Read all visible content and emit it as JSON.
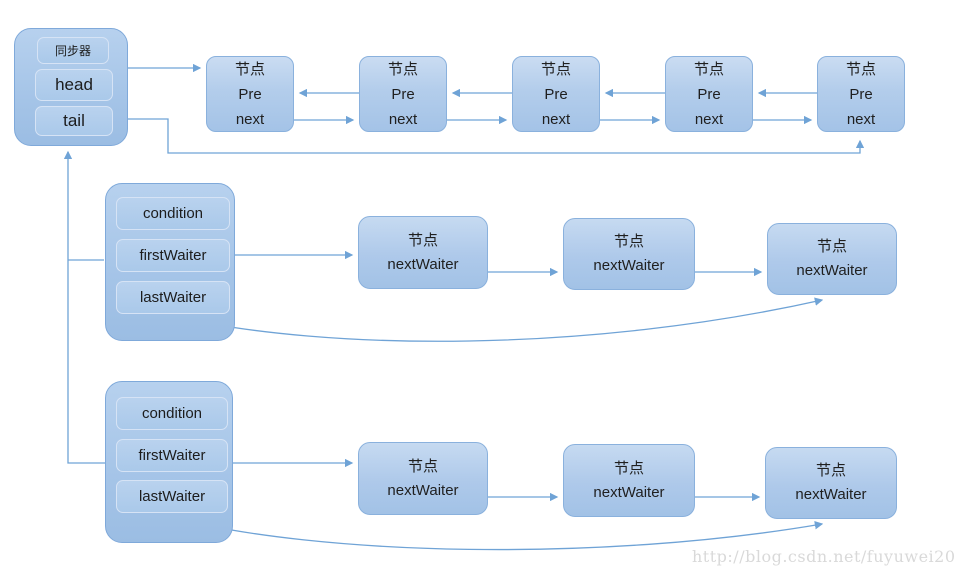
{
  "colors": {
    "node_fill_top": "#cadcf2",
    "node_fill_bottom": "#a4c3e7",
    "node_border": "#8ab1dd",
    "container_border": "#7fa9da",
    "inner_border": "#d6e3f5",
    "connector_line": "#6fa3d6",
    "text": "#1f1f1f",
    "watermark": "#d9d9d9"
  },
  "synchronizer": {
    "name_label": "同步器",
    "head_label": "head",
    "tail_label": "tail"
  },
  "sync_queue": {
    "nodes": [
      {
        "title": "节点",
        "pre": "Pre",
        "next": "next"
      },
      {
        "title": "节点",
        "pre": "Pre",
        "next": "next"
      },
      {
        "title": "节点",
        "pre": "Pre",
        "next": "next"
      },
      {
        "title": "节点",
        "pre": "Pre",
        "next": "next"
      },
      {
        "title": "节点",
        "pre": "Pre",
        "next": "next"
      }
    ]
  },
  "condition_queues": [
    {
      "condition_label": "condition",
      "first_waiter_label": "firstWaiter",
      "last_waiter_label": "lastWaiter",
      "nodes": [
        {
          "title": "节点",
          "next_waiter": "nextWaiter"
        },
        {
          "title": "节点",
          "next_waiter": "nextWaiter"
        },
        {
          "title": "节点",
          "next_waiter": "nextWaiter"
        }
      ]
    },
    {
      "condition_label": "condition",
      "first_waiter_label": "firstWaiter",
      "last_waiter_label": "lastWaiter",
      "nodes": [
        {
          "title": "节点",
          "next_waiter": "nextWaiter"
        },
        {
          "title": "节点",
          "next_waiter": "nextWaiter"
        },
        {
          "title": "节点",
          "next_waiter": "nextWaiter"
        }
      ]
    }
  ],
  "watermark": "http://blog.csdn.net/fuyuwei20"
}
